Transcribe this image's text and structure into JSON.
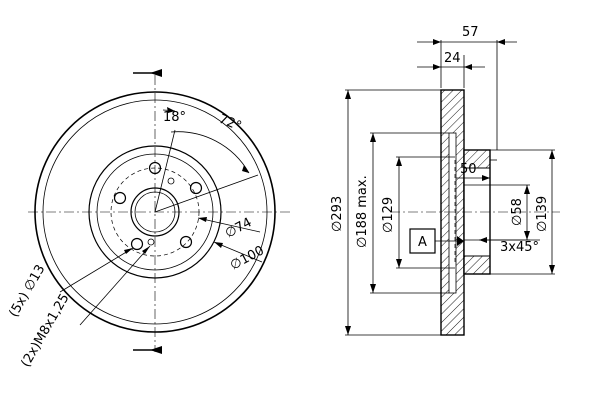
{
  "drawing": {
    "front_view": {
      "angle_hole_spacing": "72°",
      "angle_offset": "18°",
      "dia_74": "74",
      "dia_100": "100",
      "bolt_holes": "(5x)",
      "bolt_hole_dia": "13",
      "threads_count": "(2x)",
      "thread_spec": "M8x1,25"
    },
    "side_view": {
      "total_width": "57",
      "disc_thickness": "24",
      "hub_depth": "50",
      "dia_293": "293",
      "dia_188": "188 max.",
      "dia_129": "129",
      "dia_58": "58",
      "dia_139": "139",
      "chamfer": "3x45°",
      "datum": "A"
    },
    "symbols": {
      "diameter": "∅"
    }
  }
}
